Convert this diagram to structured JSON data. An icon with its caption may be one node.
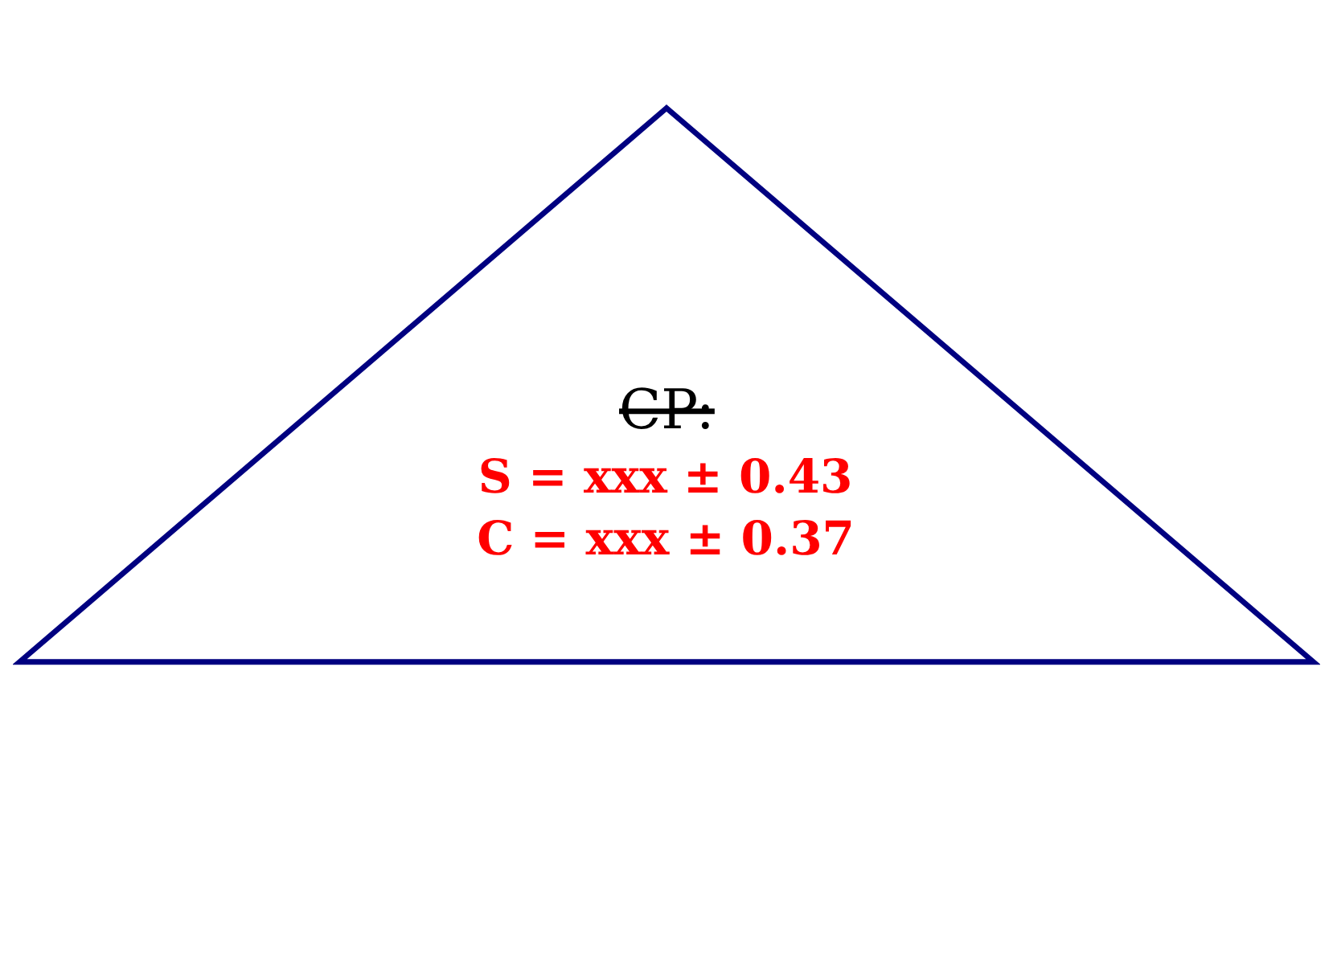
{
  "diagram": {
    "nodes": [
      {
        "text": [
          "CP:",
          "S = xxx ± 0.43",
          "C = xxx ± 0.37"
        ]
      }
    ],
    "edges": []
  }
}
